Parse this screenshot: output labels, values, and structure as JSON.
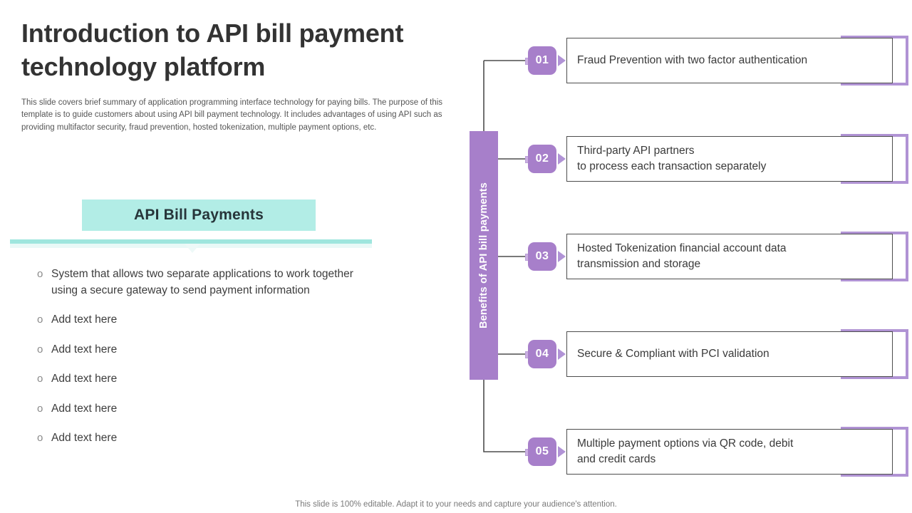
{
  "slide": {
    "title": "Introduction to API bill payment technology platform",
    "intro_paragraph": "This slide covers brief summary of application programming interface technology for paying bills. The purpose of this template is to guide customers about using API bill payment technology. It includes advantages of using API such as providing multifactor security, fraud prevention, hosted tokenization, multiple payment options, etc.",
    "footer_note": "This slide is 100% editable. Adapt it to your needs and capture your audience's attention."
  },
  "left_panel": {
    "heading": "API Bill Payments",
    "bullet_marker": "o",
    "bullets": [
      "System that allows two separate applications to work together using a secure gateway to send payment information",
      "Add text here",
      "Add text here",
      "Add text here",
      "Add text here",
      "Add text here"
    ]
  },
  "diagram": {
    "vertical_label": "Benefits of API bill payments",
    "items": [
      {
        "number": "01",
        "text": "Fraud Prevention with two factor authentication"
      },
      {
        "number": "02",
        "text": "Third-party API partners\nto process each transaction separately"
      },
      {
        "number": "03",
        "text": "Hosted Tokenization financial account data\ntransmission and storage"
      },
      {
        "number": "04",
        "text": "Secure & Compliant with PCI validation"
      },
      {
        "number": "05",
        "text": "Multiple payment options via QR code, debit\nand credit cards"
      }
    ]
  },
  "colors": {
    "purple": "#a77fca",
    "purple_light": "#b093d4",
    "teal": "#b2ede6",
    "teal_rule": "#9fe6de",
    "text_dark": "#333333",
    "text_body": "#3a3a3a",
    "line": "#4d4d4d"
  }
}
